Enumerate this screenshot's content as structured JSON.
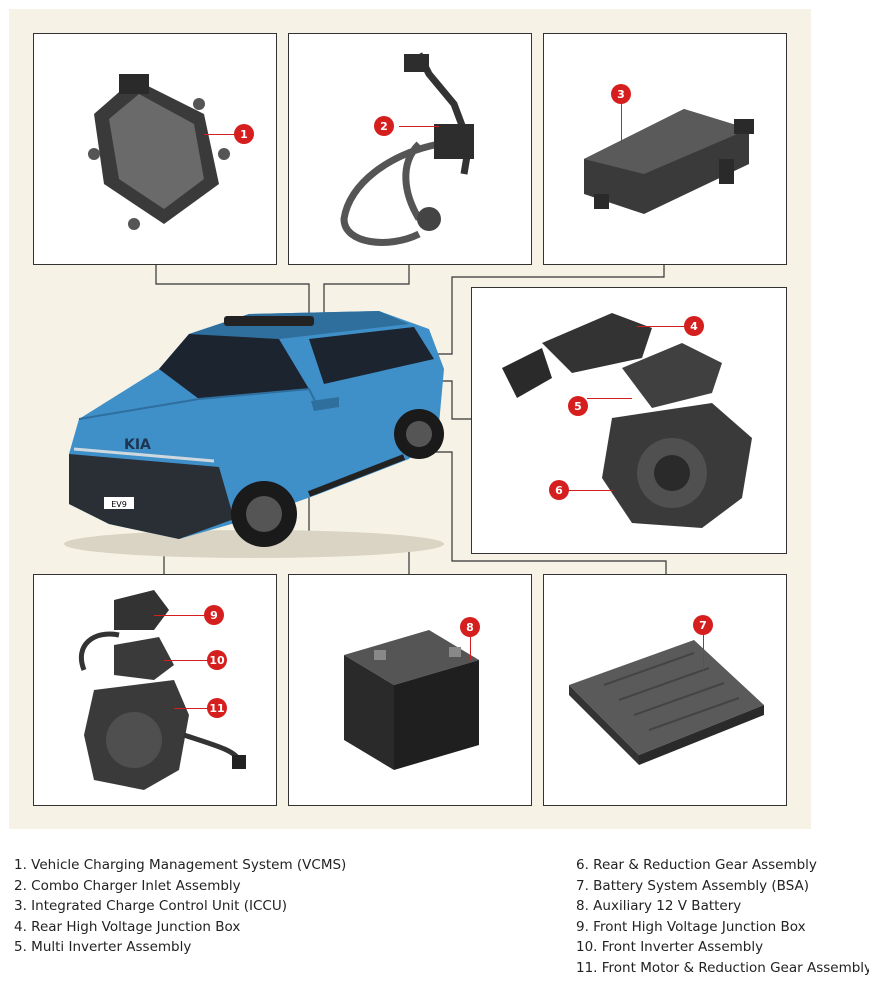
{
  "callouts": [
    "1",
    "2",
    "3",
    "4",
    "5",
    "6",
    "7",
    "8",
    "9",
    "10",
    "11"
  ],
  "car_badge": "EV9",
  "legend_left": [
    "1. Vehicle Charging Management System (VCMS)",
    "2. Combo Charger Inlet Assembly",
    "3. Integrated Charge Control Unit (ICCU)",
    "4. Rear High Voltage Junction Box",
    "5. Multi Inverter Assembly"
  ],
  "legend_right": [
    "6. Rear & Reduction Gear Assembly",
    "7. Battery System Assembly (BSA)",
    "8. Auxiliary 12 V Battery",
    "9. Front High Voltage Junction Box",
    "10. Front Inverter Assembly",
    "11. Front Motor & Reduction Gear Assembly"
  ],
  "colors": {
    "callout": "#d51f1f",
    "car_body": "#3f8fc8",
    "background": "#f6f3e6"
  }
}
